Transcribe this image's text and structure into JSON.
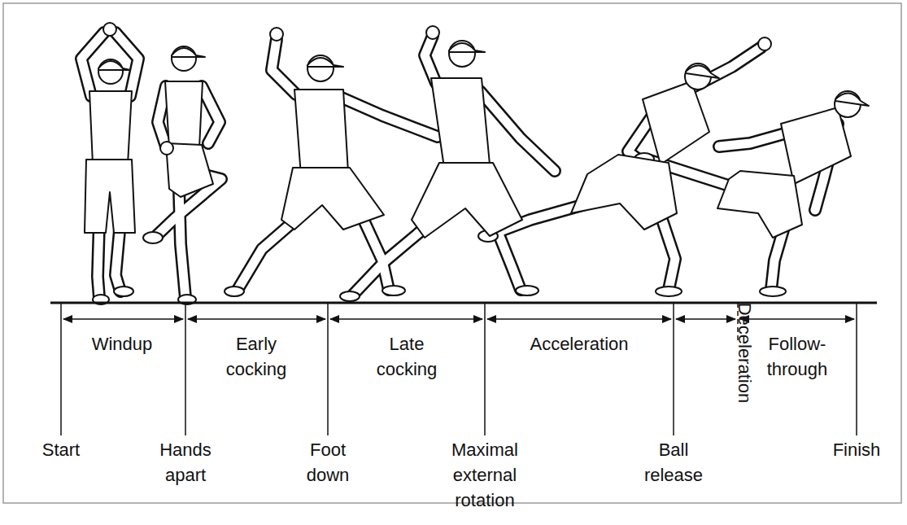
{
  "diagram": {
    "labels": [
      "Windup",
      "Early cocking",
      "Late cocking",
      "Acceleration",
      "Deceleration",
      "Follow- through",
      "Start",
      "Hands apart",
      "Foot down",
      "Maximal external rotation",
      "Ball release",
      "Finish"
    ]
  }
}
